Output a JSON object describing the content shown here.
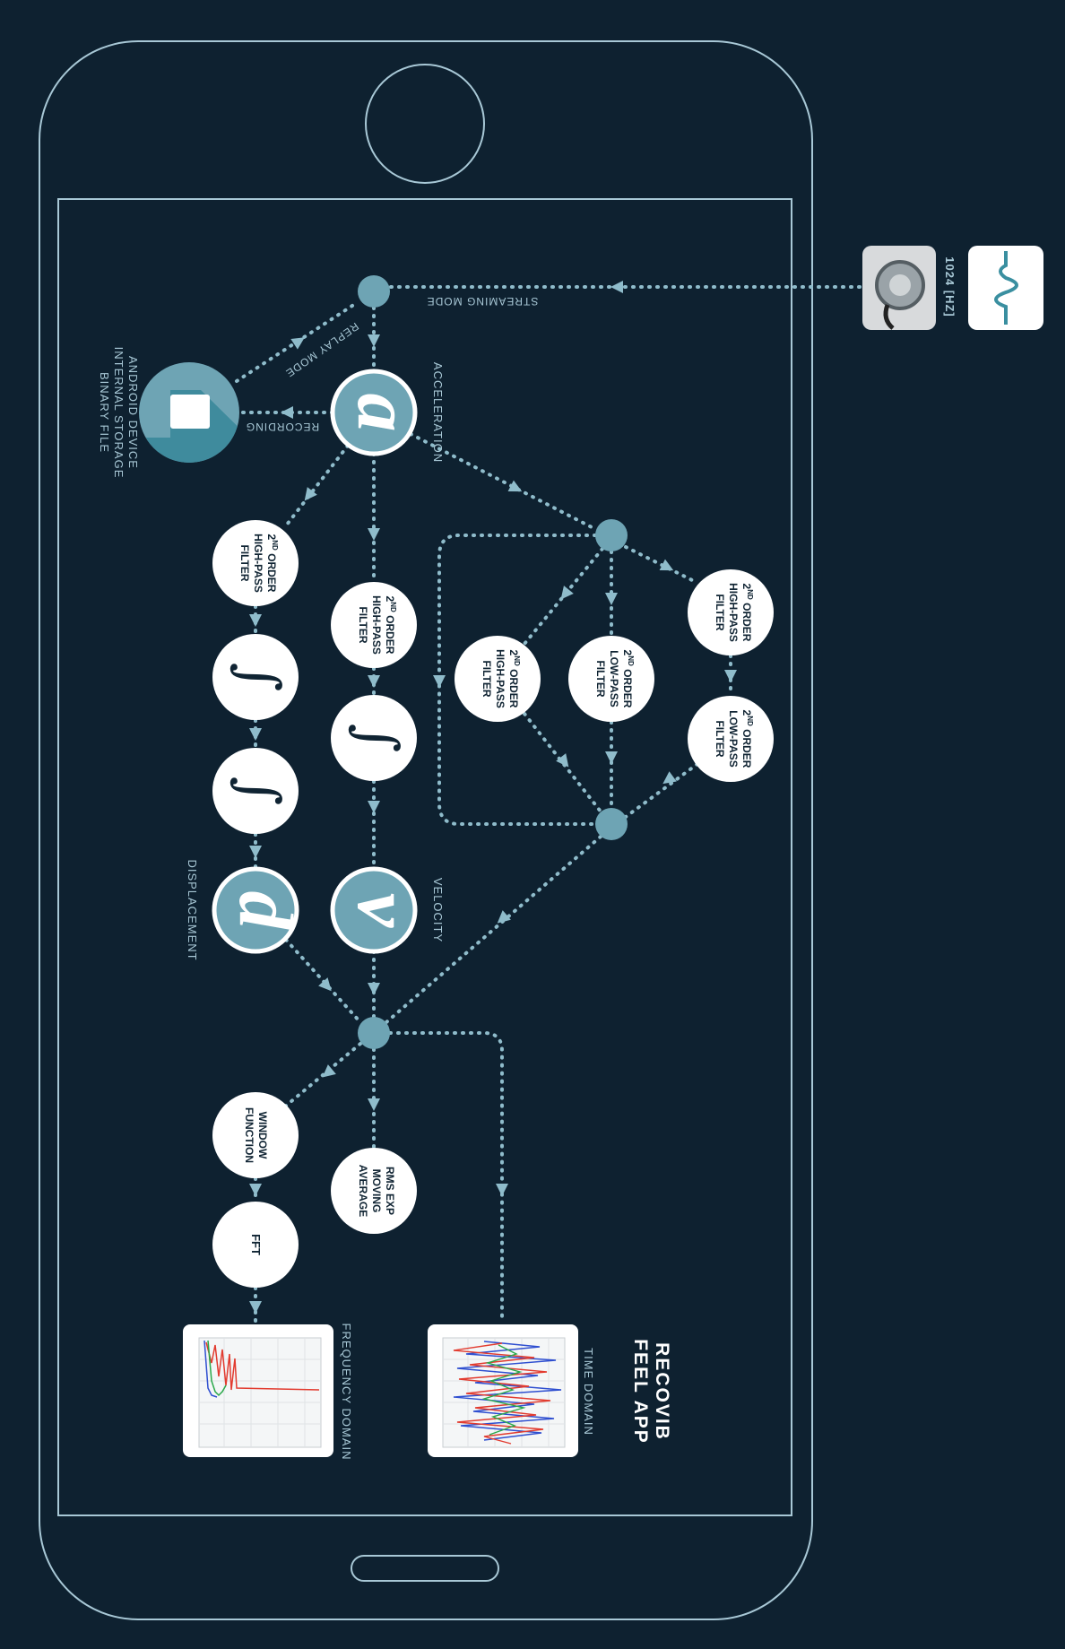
{
  "app_title": [
    "RECOVIB",
    "FEEL APP"
  ],
  "sensor": {
    "rate_label": "1024 [HZ]"
  },
  "modes": {
    "streaming": "STREAMING MODE",
    "replay": "REPLAY MODE",
    "recording": "RECORDING"
  },
  "storage": [
    "ANDROID DEVICE",
    "INTERNAL STORAGE",
    "BINARY FILE"
  ],
  "quantities": {
    "acceleration": {
      "symbol": "a",
      "label": "ACCELERATION"
    },
    "velocity": {
      "symbol": "v",
      "label": "VELOCITY"
    },
    "displacement": {
      "symbol": "d",
      "label": "DISPLACEMENT"
    }
  },
  "integral_symbol": "∫",
  "filters": {
    "order_main": "2",
    "order_sup": "ND",
    "order_word": " ORDER",
    "high_pass": "HIGH-PASS",
    "low_pass": "LOW-PASS",
    "filter": "FILTER"
  },
  "processing": {
    "window_function": [
      "WINDOW",
      "FUNCTION"
    ],
    "fft": "FFT",
    "rms": [
      "RMS EXP",
      "MOVING",
      "AVERAGE"
    ]
  },
  "outputs": {
    "frequency_domain": "FREQUENCY DOMAIN",
    "time_domain": "TIME DOMAIN"
  },
  "colors": {
    "background": "#0e2130",
    "outline": "#a8c8d6",
    "node": "#6ea4b4",
    "arrow": "#8fbccb",
    "circle_fill": "#ffffff",
    "text_dark": "#102433",
    "storage_teal": "#5a9fae",
    "waveform": "#3a8fa0"
  }
}
